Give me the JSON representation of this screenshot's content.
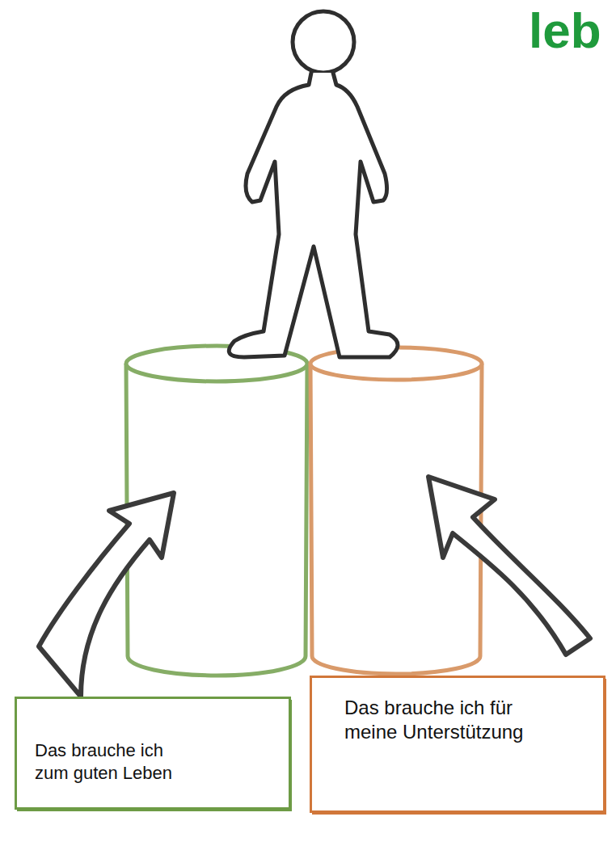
{
  "diagram": {
    "nodes": [
      {
        "text": [
          "Das brauche ich zum guten Leben"
        ]
      },
      {
        "text": [
          "Das brauche ich für meine Unterstützung"
        ]
      }
    ],
    "labels": [
      "leb"
    ]
  }
}
